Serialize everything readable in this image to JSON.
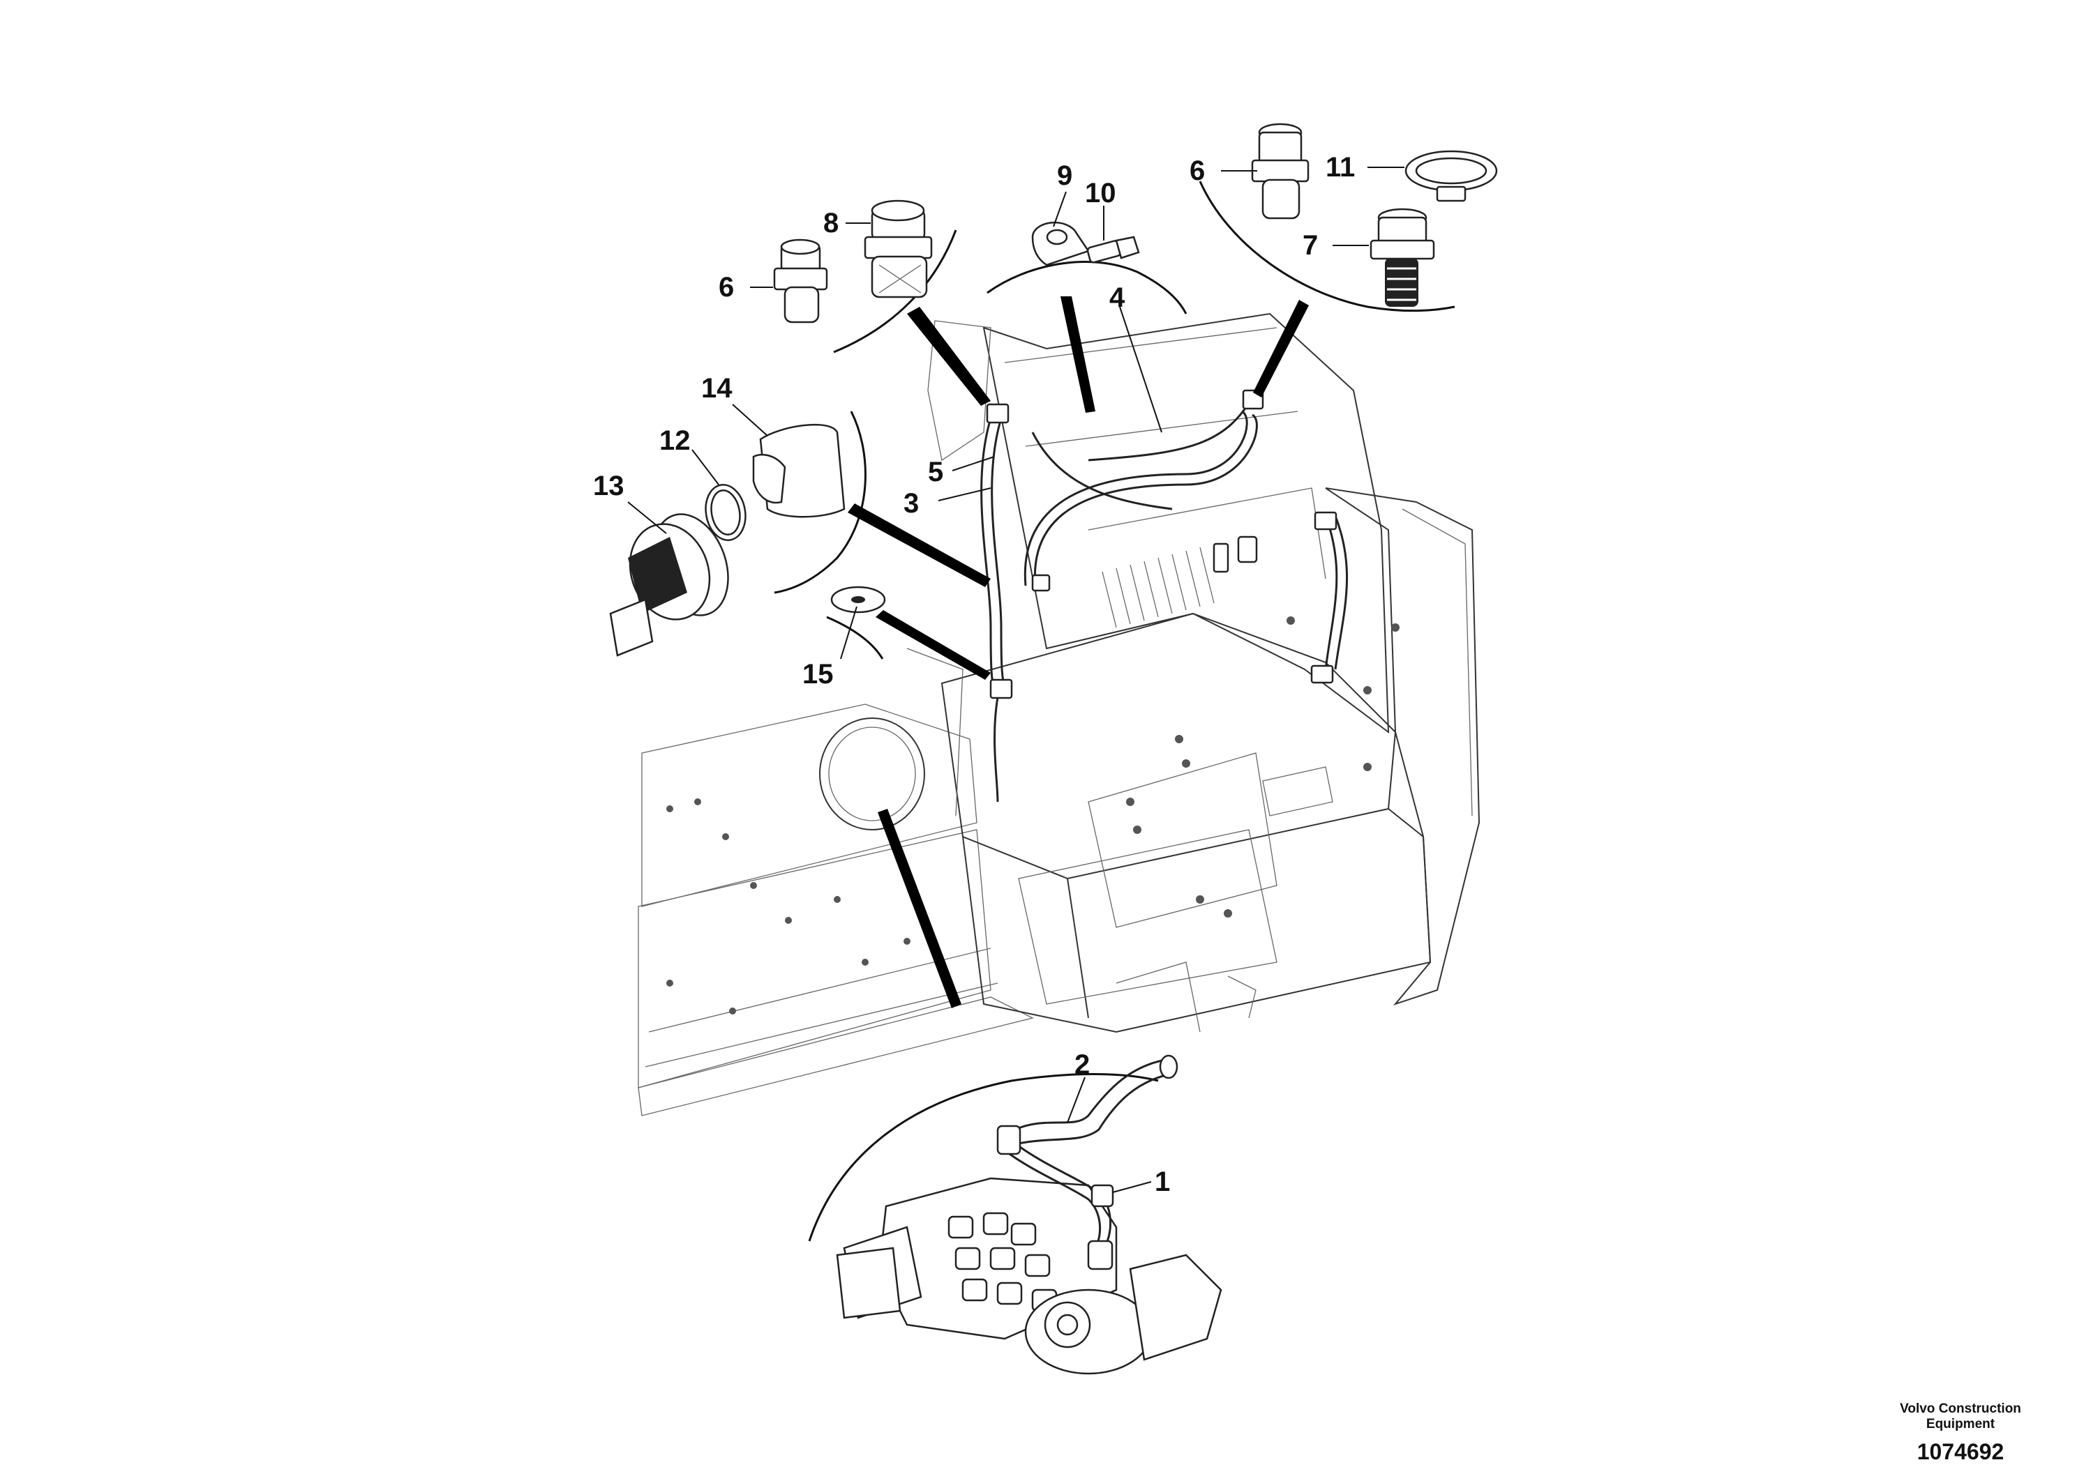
{
  "figure": {
    "callouts": [
      {
        "id": "c1",
        "label": "1"
      },
      {
        "id": "c2",
        "label": "2"
      },
      {
        "id": "c3",
        "label": "3"
      },
      {
        "id": "c4",
        "label": "4"
      },
      {
        "id": "c5",
        "label": "5"
      },
      {
        "id": "c6a",
        "label": "6"
      },
      {
        "id": "c6b",
        "label": "6"
      },
      {
        "id": "c7",
        "label": "7"
      },
      {
        "id": "c8",
        "label": "8"
      },
      {
        "id": "c9",
        "label": "9"
      },
      {
        "id": "c10",
        "label": "10"
      },
      {
        "id": "c11",
        "label": "11"
      },
      {
        "id": "c12",
        "label": "12"
      },
      {
        "id": "c13",
        "label": "13"
      },
      {
        "id": "c14",
        "label": "14"
      },
      {
        "id": "c15",
        "label": "15"
      }
    ]
  },
  "branding": {
    "company_line1": "Volvo Construction",
    "company_line2": "Equipment",
    "drawing_number": "1074692"
  }
}
